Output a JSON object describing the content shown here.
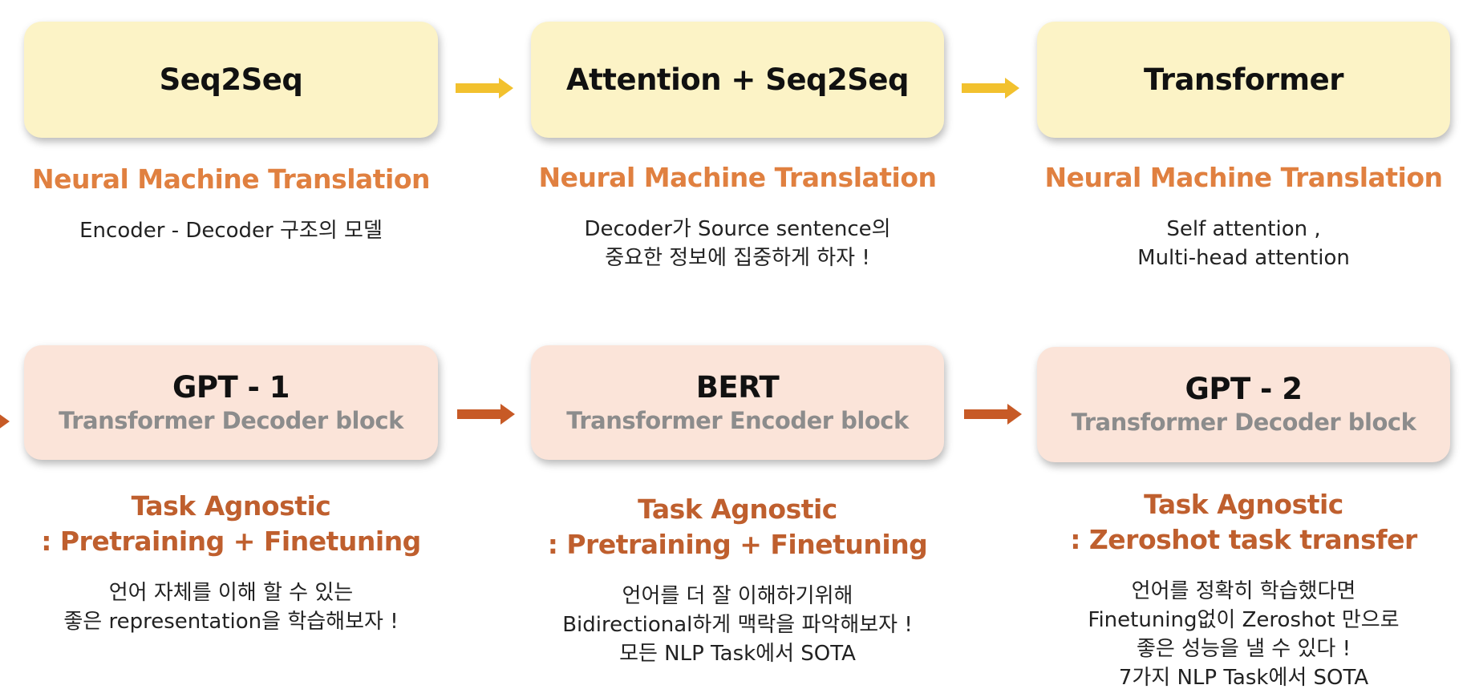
{
  "colors": {
    "card_yellow": "#fcf3c6",
    "card_pink": "#fbe4d9",
    "heading_orange": "#e08040",
    "heading_rust": "#bf5f2e",
    "arrow_yellow": "#f2c12e",
    "arrow_rust": "#c75a26",
    "subtitle_gray": "#8c8c8c"
  },
  "row1": [
    {
      "title": "Seq2Seq",
      "heading": "Neural Machine Translation",
      "desc": [
        "Encoder - Decoder 구조의 모델"
      ]
    },
    {
      "title": "Attention + Seq2Seq",
      "heading": "Neural Machine Translation",
      "desc": [
        "Decoder가 Source sentence의",
        "중요한 정보에 집중하게 하자 !"
      ]
    },
    {
      "title": "Transformer",
      "heading": "Neural Machine Translation",
      "desc": [
        "Self attention ,",
        "Multi-head attention"
      ]
    }
  ],
  "row2": [
    {
      "title": "GPT - 1",
      "subtitle": "Transformer Decoder block",
      "heading": [
        "Task Agnostic",
        ": Pretraining + Finetuning"
      ],
      "desc": [
        "언어 자체를 이해 할 수 있는",
        "좋은 representation을 학습해보자 !"
      ]
    },
    {
      "title": "BERT",
      "subtitle": "Transformer Encoder block",
      "heading": [
        "Task Agnostic",
        ": Pretraining + Finetuning"
      ],
      "desc": [
        "언어를 더 잘 이해하기위해",
        "Bidirectional하게 맥락을 파악해보자 !",
        "모든  NLP Task에서 SOTA"
      ]
    },
    {
      "title": "GPT - 2",
      "subtitle": "Transformer Decoder block",
      "heading": [
        "Task Agnostic",
        ": Zeroshot task transfer"
      ],
      "desc": [
        "언어를 정확히 학습했다면",
        "Finetuning없이 Zeroshot 만으로",
        "좋은 성능을 낼 수 있다 !",
        "7가지 NLP Task에서 SOTA"
      ]
    }
  ]
}
